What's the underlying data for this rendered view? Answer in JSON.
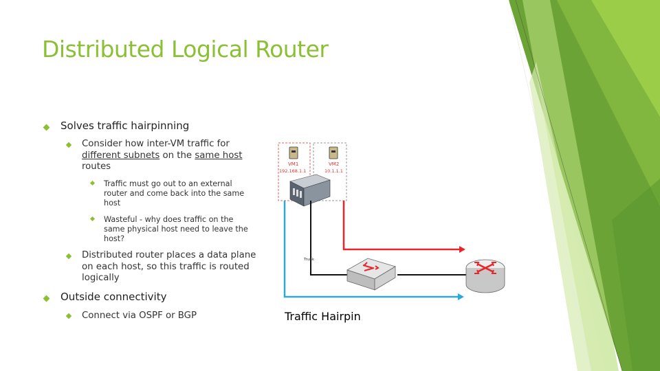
{
  "slide": {
    "title": "Distributed Logical Router",
    "bullets": {
      "b1": "Solves traffic hairpinning",
      "b1_1_pre": "Consider how inter-VM traffic for",
      "b1_1_u1": "different subnets",
      "b1_1_mid": " on the ",
      "b1_1_u2": "same host",
      "b1_1_end": "routes",
      "b1_1_1a": "Traffic must go out to an external",
      "b1_1_1b": "router and come back into the same",
      "b1_1_1c": "host",
      "b1_1_2a": "Wasteful - why does traffic on the",
      "b1_1_2b": "same physical host need to leave the",
      "b1_1_2c": "host?",
      "b1_2a": "Distributed router places a data plane",
      "b1_2b": "on each host, so this traffic is routed",
      "b1_2c": "logically",
      "b2": "Outside connectivity",
      "b2_1": "Connect via OSPF or BGP"
    },
    "diagram": {
      "vm1_name": "VM1",
      "vm1_ip": "192.168.1.1",
      "vm2_name": "VM2",
      "vm2_ip": "10.1.1.1",
      "trunk_label": "Trunk"
    },
    "caption": "Traffic Hairpin"
  },
  "colors": {
    "accent": "#8bbf34",
    "red_path": "#e8262a",
    "blue_path": "#2ba9dc"
  }
}
